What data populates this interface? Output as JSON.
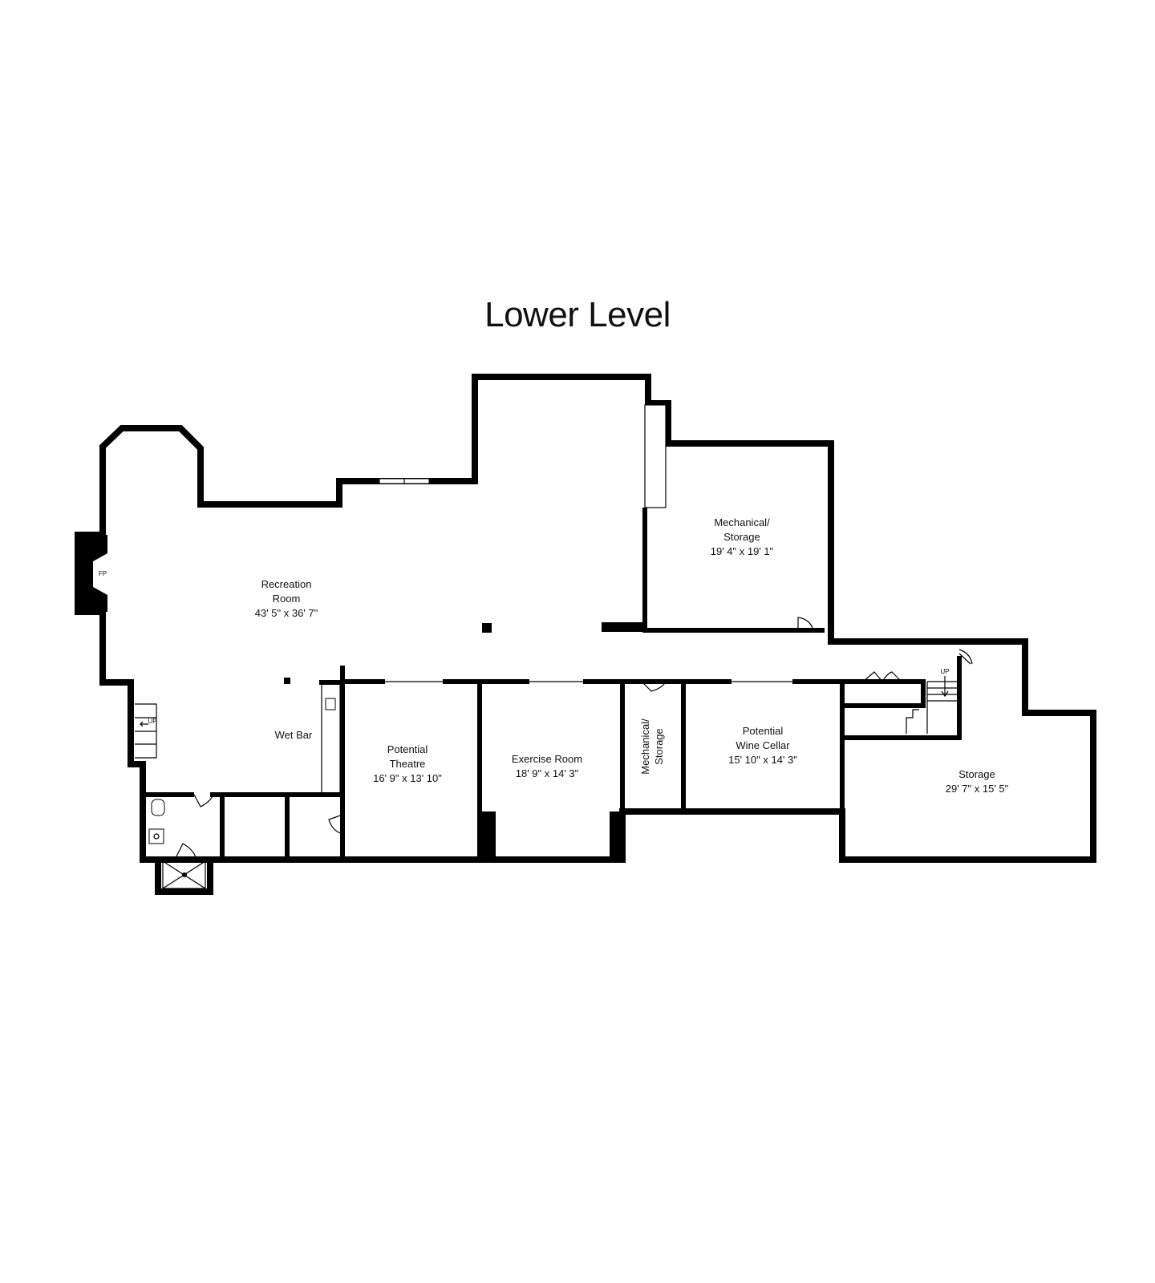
{
  "title": "Lower Level",
  "rooms": {
    "recreation": {
      "name_line1": "Recreation",
      "name_line2": "Room",
      "dims": "43' 5\" x 36' 7\""
    },
    "mech_storage_top": {
      "name_line1": "Mechanical/",
      "name_line2": "Storage",
      "dims": "19' 4\" x 19' 1\""
    },
    "theatre": {
      "name_line1": "Potential",
      "name_line2": "Theatre",
      "dims": "16' 9\" x 13' 10\""
    },
    "exercise": {
      "name": "Exercise Room",
      "dims": "18' 9\" x 14' 3\""
    },
    "mech_storage_small": {
      "name_line1": "Mechanical/",
      "name_line2": "Storage"
    },
    "wine_cellar": {
      "name_line1": "Potential",
      "name_line2": "Wine Cellar",
      "dims": "15' 10\" x 14' 3\""
    },
    "storage": {
      "name": "Storage",
      "dims": "29' 7\" x 15' 5\""
    },
    "wet_bar": {
      "name": "Wet Bar"
    }
  },
  "symbols": {
    "fireplace": "FP",
    "stairs_up_left": "UP",
    "stairs_up_right": "UP"
  }
}
